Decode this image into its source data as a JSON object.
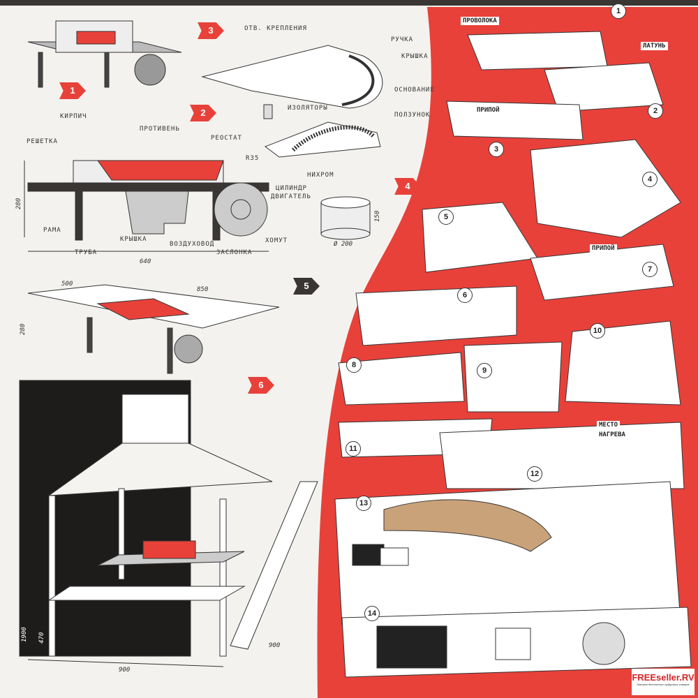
{
  "left": {
    "markers": [
      "1",
      "2",
      "3",
      "4",
      "5",
      "6"
    ],
    "fig2_labels": {
      "kirpich": "КИРПИЧ",
      "protiven": "ПРОТИВЕНЬ",
      "reostat": "РЕОСТАТ",
      "reshetka": "РЕШЕТКА",
      "rama": "РАМА",
      "truba": "ТРУБА",
      "kryshka": "КРЫШКА",
      "vozduhovod": "ВОЗДУХОВОД",
      "zaslonka": "ЗАСЛОНКА",
      "homut": "ХОМУТ",
      "tsilindr": "ЦИЛИНДР",
      "dvigatel": "ДВИГАТЕЛЬ",
      "dim_height": "280",
      "dim_width": "640"
    },
    "fig3_labels": {
      "otv": "ОТВ. КРЕПЛЕНИЯ",
      "ruchka": "РУЧКА",
      "kryshka": "КРЫШКА",
      "osnovanie": "ОСНОВАНИЕ",
      "polzunok": "ПОЛЗУНОК",
      "izolyatory": "ИЗОЛЯТОРЫ",
      "r35": "R35",
      "nihrom": "НИХРОМ"
    },
    "fig4_dims": {
      "height": "150",
      "diameter": "Ø 200"
    },
    "fig5_dims": {
      "depth": "500",
      "width": "850",
      "height": "280"
    },
    "fig6_dims": {
      "total_height": "1900",
      "table_height": "470",
      "width": "900",
      "depth": "900"
    }
  },
  "right": {
    "numbers": [
      "1",
      "2",
      "3",
      "4",
      "5",
      "6",
      "7",
      "8",
      "9",
      "10",
      "11",
      "12",
      "13",
      "14"
    ],
    "labels": {
      "provoloka": "ПРОВОЛОКА",
      "latun": "ЛАТУНЬ",
      "pripoy1": "ПРИПОЙ",
      "pripoy2": "ПРИПОЙ",
      "mesto": "МЕСТО",
      "nagreva": "НАГРЕВА"
    }
  },
  "watermark": {
    "brand": "FREEseller.RV",
    "tagline": "Магазин бесплатных цифровых товаров"
  },
  "colors": {
    "accent_red": "#e8413a",
    "dark": "#3a3634"
  }
}
